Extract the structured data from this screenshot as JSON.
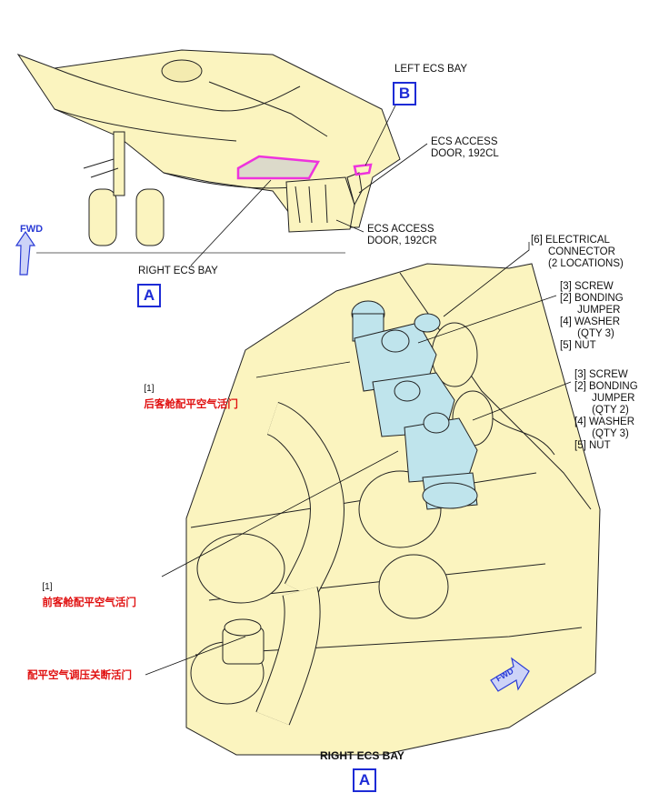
{
  "colors": {
    "airframe": "#fbf4bf",
    "component": "#bfe4ec",
    "highlight": "#ee33dd",
    "callout_box": "#1d2bd6",
    "chinese_label": "#e01010",
    "outline": "#222222"
  },
  "top_view": {
    "left_ecs_bay": "LEFT ECS BAY",
    "left_ecs_bay_ref": "B",
    "ecs_access_door_cl_line1": "ECS ACCESS",
    "ecs_access_door_cl_line2": "DOOR, 192CL",
    "ecs_access_door_cr_line1": "ECS ACCESS",
    "ecs_access_door_cr_line2": "DOOR, 192CR",
    "right_ecs_bay": "RIGHT ECS BAY",
    "right_ecs_bay_ref": "A",
    "fwd": "FWD"
  },
  "detail_view": {
    "connector_line1": "[6] ELECTRICAL",
    "connector_line2": "CONNECTOR",
    "connector_line3": "(2 LOCATIONS)",
    "group1": [
      "[3] SCREW",
      "[2] BONDING",
      "      JUMPER",
      "[4] WASHER",
      "      (QTY 3)",
      "[5] NUT"
    ],
    "group2": [
      "[3] SCREW",
      "[2] BONDING",
      "      JUMPER",
      "      (QTY 2)",
      "[4] WASHER",
      "      (QTY 3)",
      "[5] NUT"
    ],
    "aft_valve_index": "[1]",
    "aft_valve_name": "后客舱配平空气活门",
    "fwd_valve_index": "[1]",
    "fwd_valve_name": "前客舱配平空气活门",
    "shutoff_valve_name": "配平空气调压关断活门",
    "fwd": "FWD",
    "bay_title": "RIGHT ECS BAY",
    "bay_ref": "A"
  }
}
